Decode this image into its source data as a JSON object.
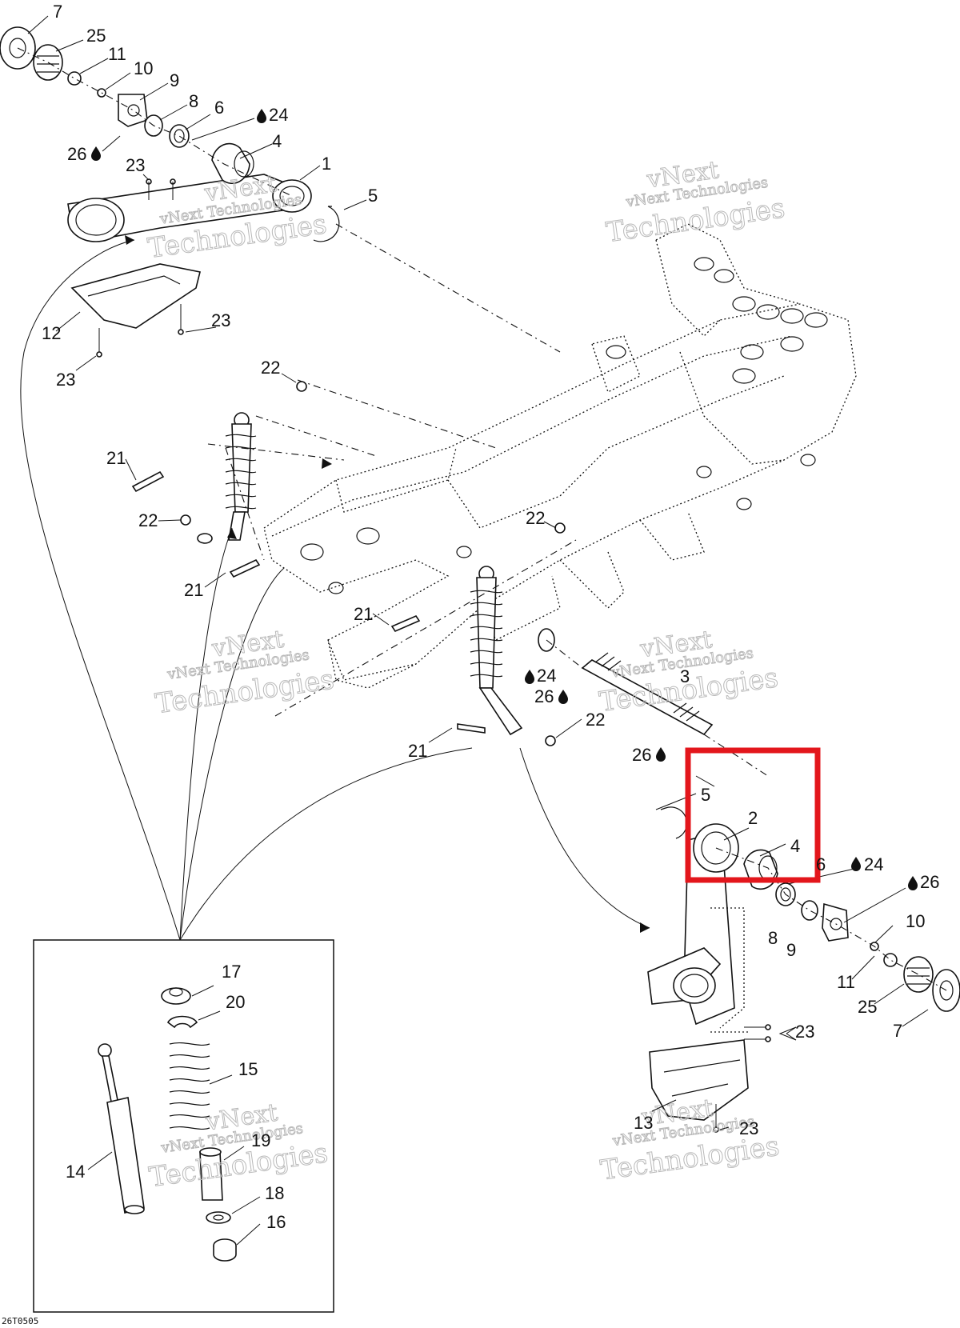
{
  "drawing_code": "26T0505",
  "watermarks": {
    "line1": "vNext",
    "line2": "vNext Technologies",
    "line3": "Technologies"
  },
  "labels": {
    "p7_a": "7",
    "p25_a": "25",
    "p11_a": "11",
    "p10_a": "10",
    "p9_a": "9",
    "p8_a": "8",
    "p6_a": "6",
    "p24_a": "24",
    "p26_a": "26",
    "p4_a": "4",
    "p1": "1",
    "p23_a": "23",
    "p5_a": "5",
    "p12": "12",
    "p23_b": "23",
    "p23_c": "23",
    "p22_a": "22",
    "p21_a": "21",
    "p22_b": "22",
    "p21_b": "21",
    "p22_c": "22",
    "p21_c": "21",
    "p24_b": "24",
    "p26_b": "26",
    "p3": "3",
    "p22_d": "22",
    "p21_d": "21",
    "p26_c": "26",
    "p5_b": "5",
    "p2": "2",
    "p4_b": "4",
    "p6_b": "6",
    "p24_c": "24",
    "p26_d": "26",
    "p8_b": "8",
    "p9_b": "9",
    "p10_b": "10",
    "p11_b": "11",
    "p25_b": "25",
    "p7_b": "7",
    "p23_d": "23",
    "p13": "13",
    "p23_e": "23",
    "p17": "17",
    "p20": "20",
    "p15": "15",
    "p19": "19",
    "p14": "14",
    "p18": "18",
    "p16": "16"
  },
  "highlight": {
    "color": "#e3161c"
  }
}
